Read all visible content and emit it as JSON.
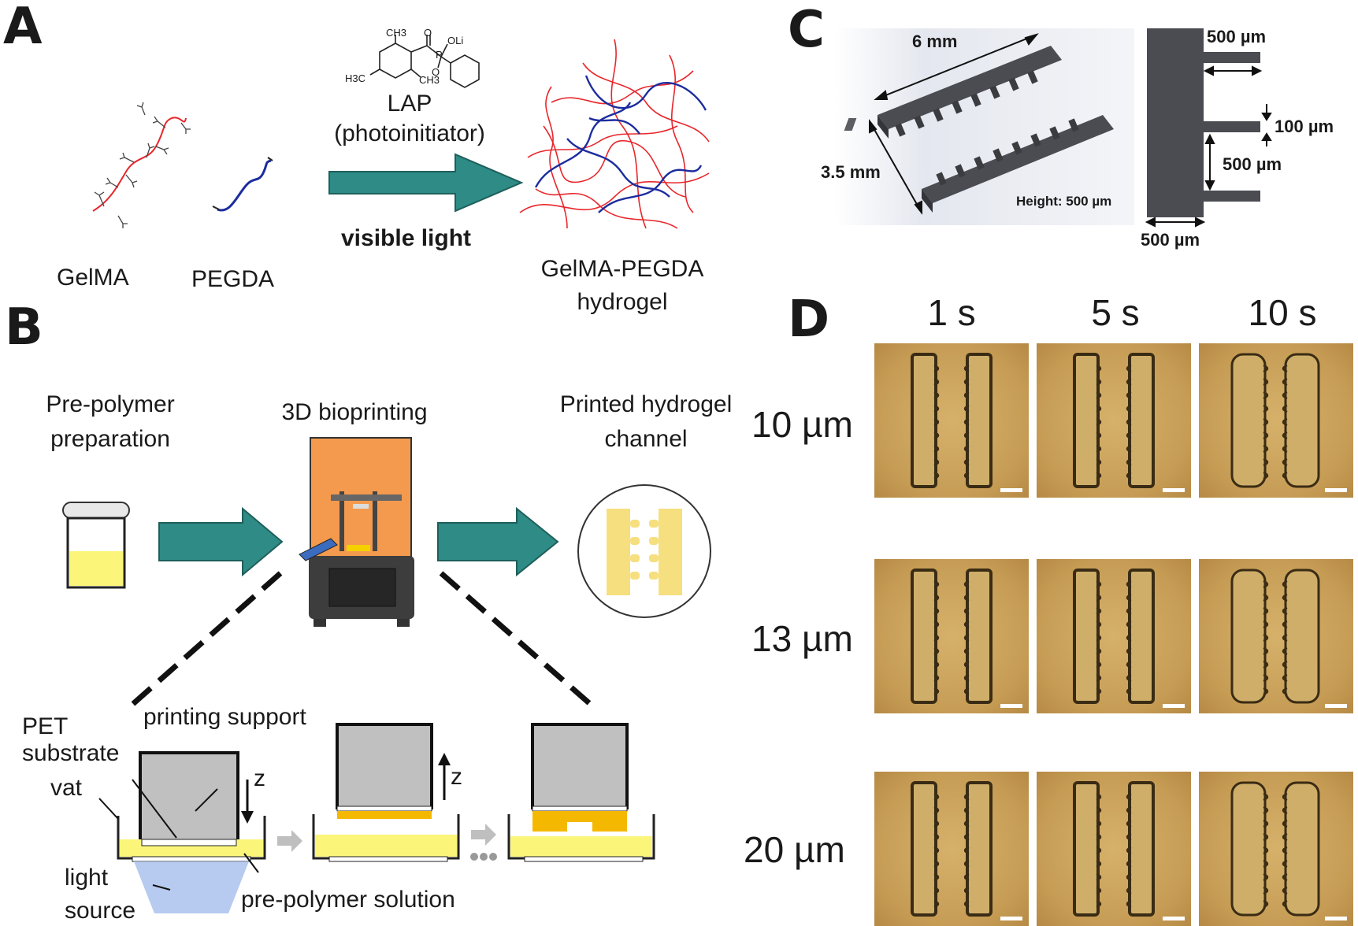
{
  "panels": {
    "a": "A",
    "b": "B",
    "c": "C",
    "d": "D"
  },
  "panel_a": {
    "initiator_name": "LAP",
    "initiator_role": "(photoinitiator)",
    "arrow_label": "visible light",
    "gelma": "GelMA",
    "pegda": "PEGDA",
    "product_line1": "GelMA-PEGDA",
    "product_line2": "hydrogel",
    "molecule_labels": {
      "ch3_top": "CH3",
      "ch3_bottom": "CH3",
      "h3c": "H3C",
      "oli": "OLi",
      "o_carbonyl": "O",
      "o_minus": "O",
      "p": "P"
    }
  },
  "panel_b": {
    "step1_line1": "Pre-polymer",
    "step1_line2": "preparation",
    "step2": "3D bioprinting",
    "step3_line1": "Printed hydrogel",
    "step3_line2": "channel",
    "printing_support": "printing support",
    "pet_line1": "PET",
    "pet_line2": "substrate",
    "vat": "vat",
    "z_down": "z",
    "z_up": "z",
    "light_line1": "light",
    "light_line2": "source",
    "solution": "pre-polymer solution"
  },
  "panel_c": {
    "length": "6 mm",
    "width": "3.5 mm",
    "height": "Height: 500 µm",
    "top_tooth": "500 µm",
    "gap": "100 µm",
    "spacing": "500 µm",
    "base": "500 µm"
  },
  "panel_d": {
    "columns": [
      "1 s",
      "5 s",
      "10 s"
    ],
    "rows": [
      "10 µm",
      "13 µm",
      "20 µm"
    ]
  },
  "colors": {
    "arrow_teal": "#2e8b86",
    "gelma_red": "#e8262b",
    "pegda_blue": "#1c2c9e",
    "printer_orange": "#f39a4e",
    "solution_yellow": "#fbf57a",
    "cured_yellow": "#f5b800",
    "channel_yellow": "#f6df7e"
  }
}
